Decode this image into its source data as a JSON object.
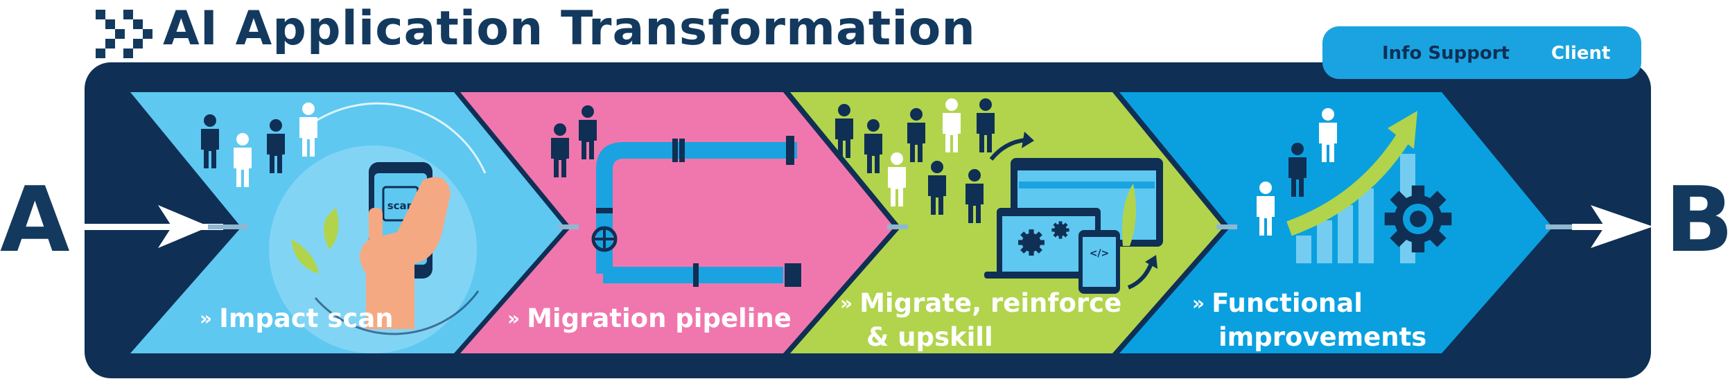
{
  "title": "AI Application Transformation",
  "legend": {
    "info_support": "Info Support",
    "client": "Client"
  },
  "start_letter": "A",
  "end_letter": "B",
  "stages": [
    {
      "chevron": "»",
      "line1": "Impact scan",
      "line2": "",
      "color": "#5ec8f1"
    },
    {
      "chevron": "»",
      "line1": "Migration pipeline",
      "line2": "",
      "color": "#f077ad"
    },
    {
      "chevron": "»",
      "line1": "Migrate, reinforce",
      "line2": "& upskill",
      "color": "#b1d44c"
    },
    {
      "chevron": "»",
      "line1": "Functional",
      "line2": "improvements",
      "color": "#0aa0e0"
    }
  ],
  "phone_label": "scan",
  "colors": {
    "navy": "#0f2f55",
    "title": "#133a5e",
    "cyan": "#5ec8f1",
    "pink": "#f077ad",
    "green": "#b1d44c",
    "blue": "#0aa0e0",
    "legend_bg": "#1aa3e0"
  },
  "icons": [
    "logo-chevrons-icon",
    "person-icon",
    "phone-scan-icon",
    "pipe-icon",
    "devices-icon",
    "gear-icon",
    "growth-chart-icon",
    "arrow-icon"
  ]
}
